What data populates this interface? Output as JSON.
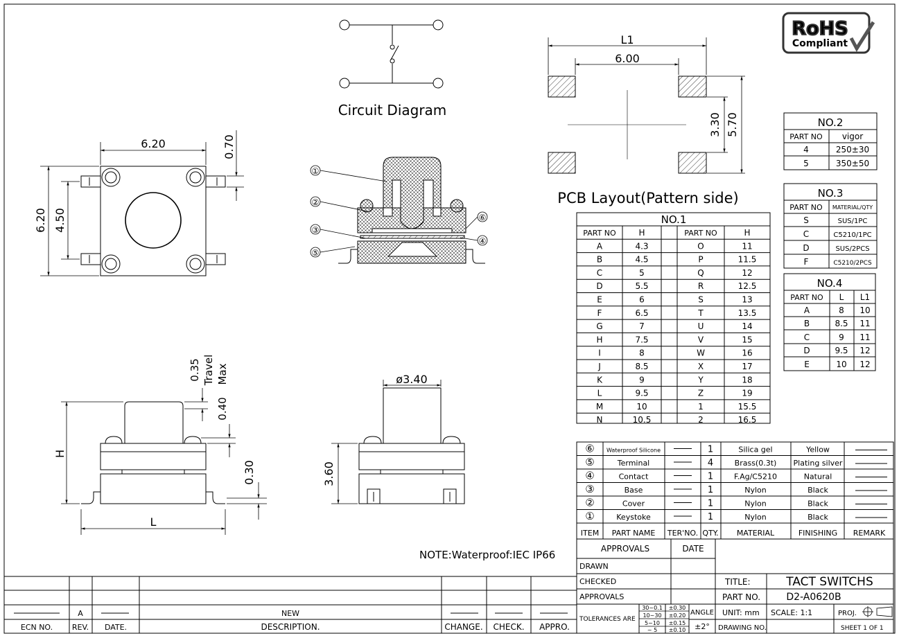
{
  "rohs": {
    "line1": "RoHS",
    "line2": "Compliant"
  },
  "circuit": {
    "title": "Circuit Diagram"
  },
  "pcb": {
    "title": "PCB Layout(Pattern side)",
    "dim_l1": "L1",
    "dim_600": "6.00",
    "dim_330": "3.30",
    "dim_570": "5.70"
  },
  "top_view": {
    "dim_width": "6.20",
    "dim_height": "6.20",
    "dim_inner": "4.50",
    "dim_070": "0.70"
  },
  "section": {
    "callouts": [
      "①",
      "②",
      "③",
      "⑤",
      "⑥",
      "④"
    ]
  },
  "front_view": {
    "travel_value": "0.35",
    "travel_label": "Travel",
    "max_value": "0.40",
    "max_label": "Max",
    "dim_h": "H",
    "dim_030": "0.30",
    "dim_l": "L"
  },
  "side_view": {
    "dia": "ø3.40",
    "height": "3.60"
  },
  "note": "NOTE:Waterproof:IEC IP66",
  "table_no2": {
    "title": "NO.2",
    "headers": [
      "PART NO",
      "vigor"
    ],
    "rows": [
      [
        "4",
        "250±30"
      ],
      [
        "5",
        "350±50"
      ]
    ]
  },
  "table_no3": {
    "title": "NO.3",
    "headers": [
      "PART NO",
      "MATERIAL/QTY"
    ],
    "rows": [
      [
        "S",
        "SUS/1PC"
      ],
      [
        "C",
        "C5210/1PC"
      ],
      [
        "D",
        "SUS/2PCS"
      ],
      [
        "F",
        "C5210/2PCS"
      ]
    ]
  },
  "table_no4": {
    "title": "NO.4",
    "headers": [
      "PART NO",
      "L",
      "L1"
    ],
    "rows": [
      [
        "A",
        "8",
        "10"
      ],
      [
        "B",
        "8.5",
        "11"
      ],
      [
        "C",
        "9",
        "11"
      ],
      [
        "D",
        "9.5",
        "12"
      ],
      [
        "E",
        "10",
        "12"
      ]
    ]
  },
  "table_no1": {
    "title": "NO.1",
    "headers": [
      "PART NO",
      "H",
      "PART NO",
      "H"
    ],
    "rows": [
      [
        "A",
        "4.3",
        "O",
        "11"
      ],
      [
        "B",
        "4.5",
        "P",
        "11.5"
      ],
      [
        "C",
        "5",
        "Q",
        "12"
      ],
      [
        "D",
        "5.5",
        "R",
        "12.5"
      ],
      [
        "E",
        "6",
        "S",
        "13"
      ],
      [
        "F",
        "6.5",
        "T",
        "13.5"
      ],
      [
        "G",
        "7",
        "U",
        "14"
      ],
      [
        "H",
        "7.5",
        "V",
        "15"
      ],
      [
        "I",
        "8",
        "W",
        "16"
      ],
      [
        "J",
        "8.5",
        "X",
        "17"
      ],
      [
        "K",
        "9",
        "Y",
        "18"
      ],
      [
        "L",
        "9.5",
        "Z",
        "19"
      ],
      [
        "M",
        "10",
        "1",
        "15.5"
      ],
      [
        "N",
        "10.5",
        "2",
        "16.5"
      ]
    ]
  },
  "bom": {
    "rows": [
      {
        "item": "⑥",
        "name": "Waterproof Silicone",
        "qty": "1",
        "material": "Silica gel",
        "finishing": "Yellow"
      },
      {
        "item": "⑤",
        "name": "Terminal",
        "qty": "4",
        "material": "Brass(0.3t)",
        "finishing": "Plating silver"
      },
      {
        "item": "④",
        "name": "Contact",
        "qty": "1",
        "material": "F.Ag/C5210",
        "finishing": "Natural"
      },
      {
        "item": "③",
        "name": "Base",
        "qty": "1",
        "material": "Nylon",
        "finishing": "Black"
      },
      {
        "item": "②",
        "name": "Cover",
        "qty": "1",
        "material": "Nylon",
        "finishing": "Black"
      },
      {
        "item": "①",
        "name": "Keystoke",
        "qty": "1",
        "material": "Nylon",
        "finishing": "Black"
      }
    ],
    "headers": {
      "item": "ITEM",
      "name": "PART NAME",
      "ter": "TER'NO.",
      "qty": "QTY.",
      "material": "MATERIAL",
      "finishing": "FINISHING",
      "remark": "REMARK"
    }
  },
  "title_block": {
    "approvals": "APPROVALS",
    "date": "DATE",
    "drawn": "DRAWN",
    "checked": "CHECKED",
    "approvals2": "APPROVALS",
    "title_label": "TITLE:",
    "title_value": "TACT SWITCHS",
    "part_label": "PART NO.",
    "part_value": "D2-A0620B",
    "tol_label": "TOLERANCES ARE",
    "tol_rows": [
      [
        "30~0.1",
        "±0.30"
      ],
      [
        "10~30",
        "±0.20"
      ],
      [
        "5~10",
        "±0.15"
      ],
      [
        "~ 5",
        "±0.10"
      ]
    ],
    "angle_label": "ANGLE",
    "angle_value": "±2°",
    "unit": "UNIT: mm",
    "scale": "SCALE:  1:1",
    "proj": "PROJ.",
    "drawing_no": "DRAWING NO.",
    "sheet": "SHEET  1 OF 1"
  },
  "revision": {
    "rev": "A",
    "desc": "NEW",
    "headers": [
      "ECN NO.",
      "REV.",
      "DATE.",
      "DESCRIPTION.",
      "CHANGE.",
      "CHECK.",
      "APPRO."
    ]
  }
}
